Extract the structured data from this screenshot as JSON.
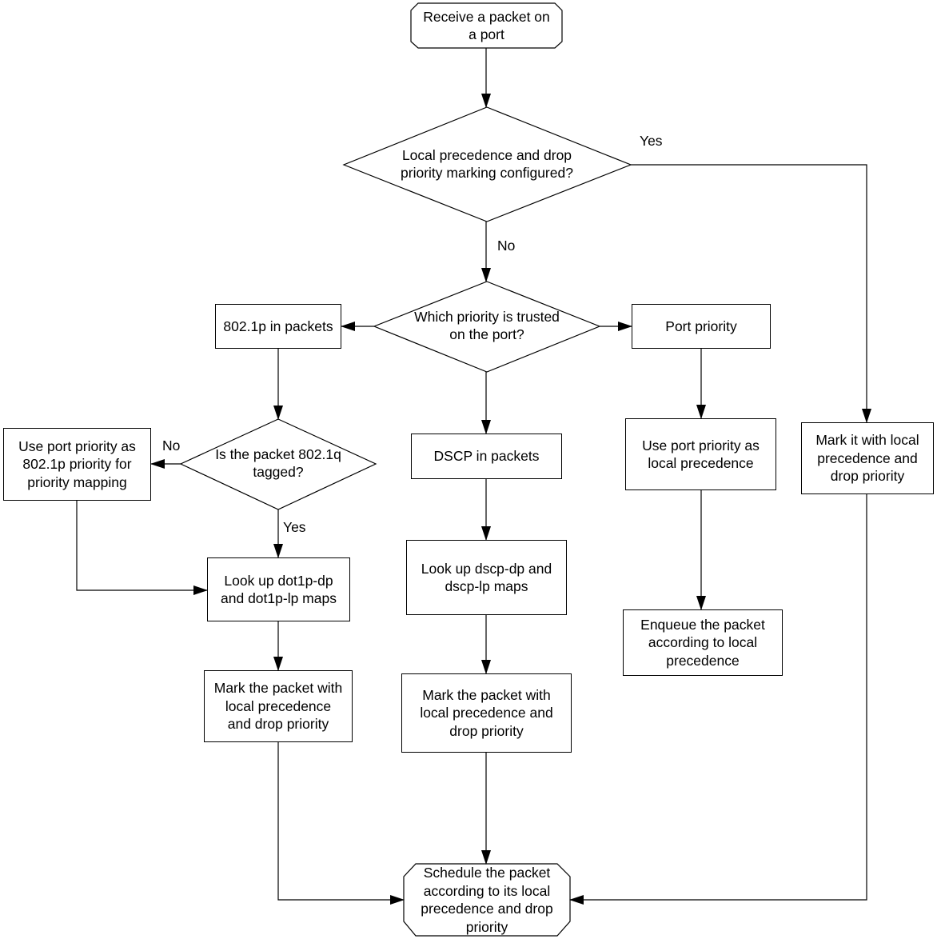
{
  "nodes": {
    "start": "Receive a packet on\na port",
    "q_marking": "Local precedence and drop\npriority marking configured?",
    "q_trust": "Which priority is trusted\non the port?",
    "dot1p": "802.1p in packets",
    "port_priority": "Port priority",
    "dscp": "DSCP in packets",
    "q_tagged": "Is the packet 802.1q\ntagged?",
    "use_port_8021p": "Use port priority as\n802.1p priority for\npriority mapping",
    "lookup_dot1p": "Look up dot1p-dp\nand dot1p-lp maps",
    "mark_dot1p": "Mark the packet with\nlocal precedence\nand drop priority",
    "lookup_dscp": "Look up dscp-dp and\ndscp-lp maps",
    "mark_dscp": "Mark the packet with\nlocal precedence and\ndrop priority",
    "use_port_lp": "Use port priority as\nlocal precedence",
    "enqueue": "Enqueue the packet\naccording to local\nprecedence",
    "mark_it": "Mark it with local\nprecedence and\ndrop priority",
    "schedule": "Schedule the packet\naccording to its local\nprecedence and drop\npriority"
  },
  "edge_labels": {
    "marking_yes": "Yes",
    "marking_no": "No",
    "tagged_no": "No",
    "tagged_yes": "Yes"
  }
}
